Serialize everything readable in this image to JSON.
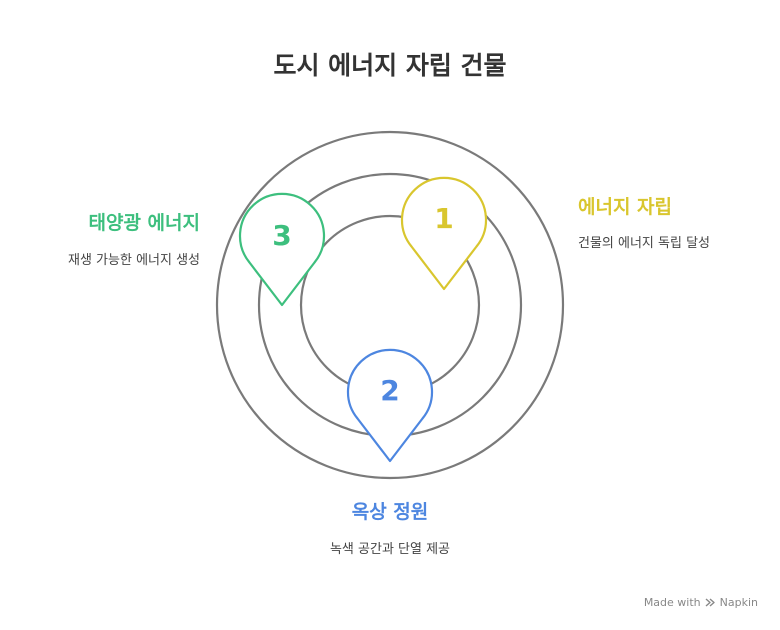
{
  "title": "도시 에너지 자립 건물",
  "colors": {
    "ring": "#7a7a7a",
    "green": "#3dbf7e",
    "yellow": "#d9c62e",
    "blue": "#4d86e0",
    "title": "#333333"
  },
  "items": [
    {
      "number": "1",
      "heading": "에너지 자립",
      "description": "건물의 에너지 독립 달성",
      "color": "yellow"
    },
    {
      "number": "2",
      "heading": "옥상 정원",
      "description": "녹색 공간과 단열 제공",
      "color": "blue"
    },
    {
      "number": "3",
      "heading": "태양광 에너지",
      "description": "재생 가능한 에너지 생성",
      "color": "green"
    }
  ],
  "footer": {
    "made_with": "Made with",
    "brand": "Napkin"
  }
}
